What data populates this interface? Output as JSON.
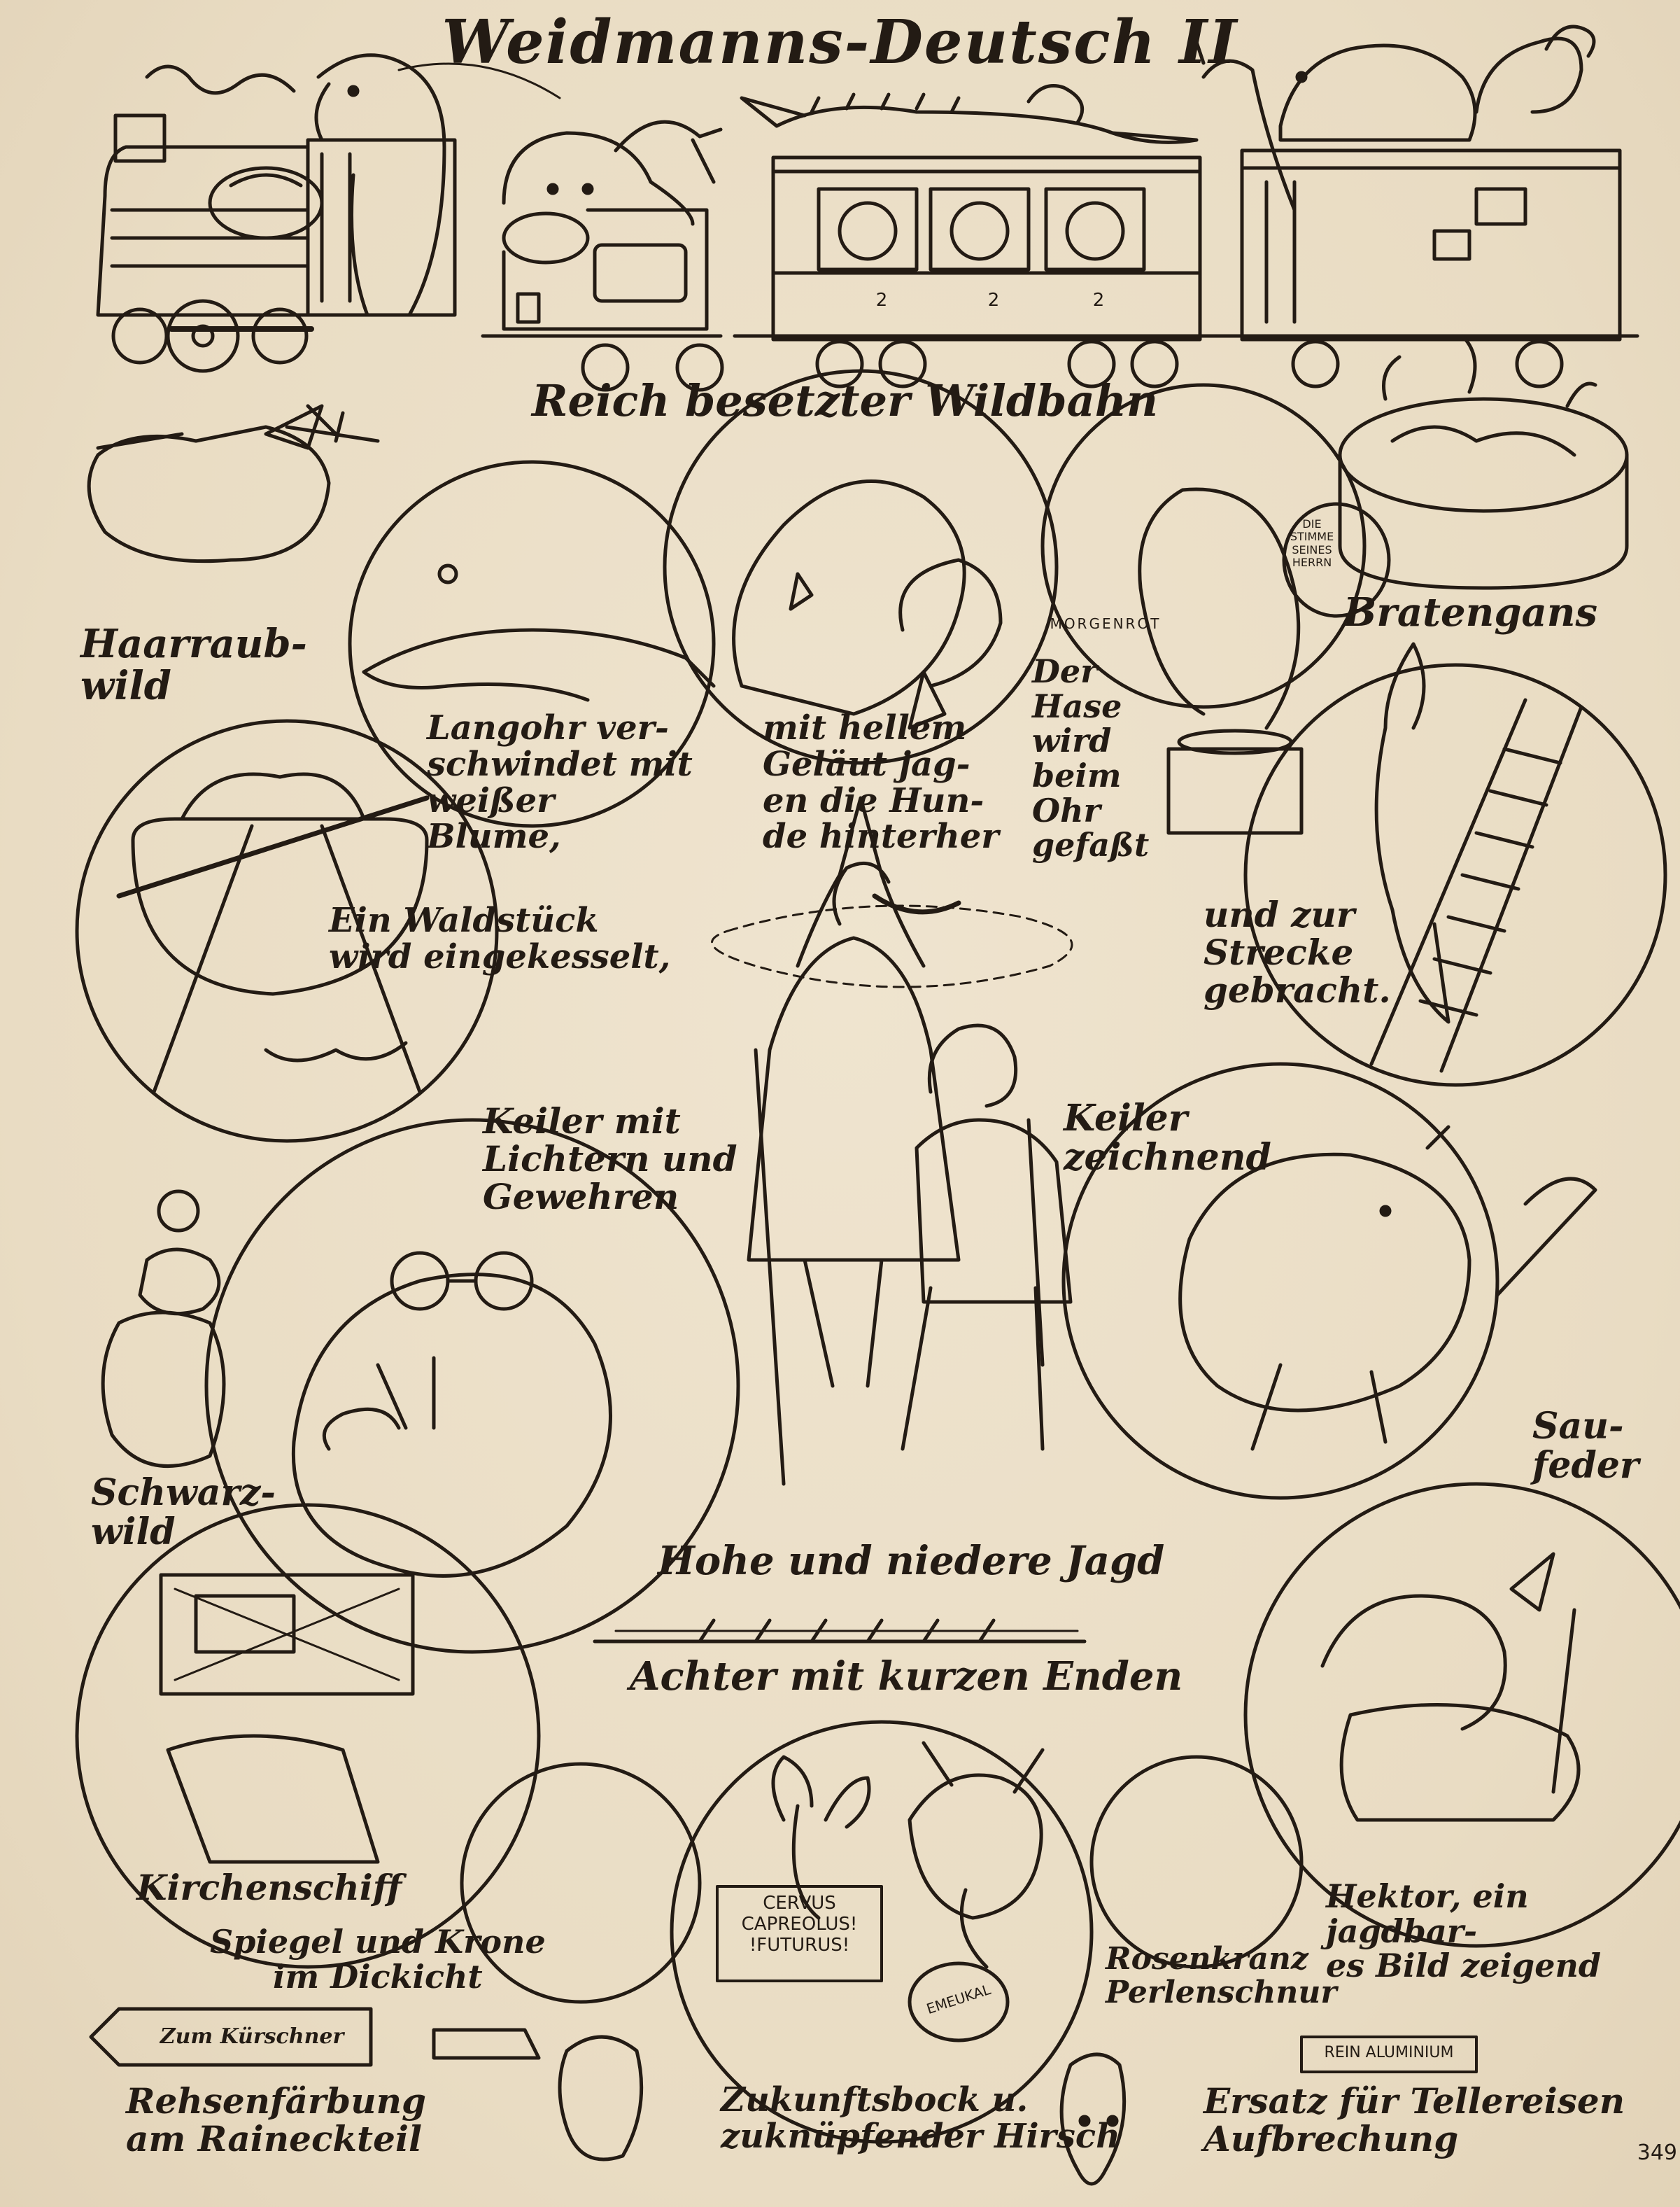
{
  "title": "Weidmanns-Deutsch II",
  "captions": {
    "reich_besetzter_wildbahn": "Reich besetzter Wildbahn",
    "haarraubwild": "Haarraub-\nwild",
    "bratengans": "Bratengans",
    "langohr": "Langohr ver-\nschwindet mit\nweißer\nBlume,",
    "geläut": "mit hellem\nGeläut jag-\nen die Hun-\nde hinterher",
    "hase_gefasst": "Der\nHase\nwird\nbeim\nOhr\ngefaßt",
    "zur_strecke": "und zur\nStrecke\ngebracht.",
    "waldstück": "Ein Waldstück\nwird eingekesselt,",
    "keiler_lichtern": "Keiler mit\nLichtern und\nGewehren",
    "keiler_zeichnend": "Keiler\nzeichnend",
    "schwarzwild": "Schwarz-\nwild",
    "saufeder": "Sau-\nfeder",
    "hohe_niedere_jagd": "Hohe und niedere Jagd",
    "achter_kurzen_enden": "Achter mit kurzen Enden",
    "kirchenschiff": "Kirchenschiff",
    "spiegel_krone": "Spiegel und Krone\nim Dickicht",
    "rosenkranz": "Rosenkranz\nPerlenschnur",
    "hektor": "Hektor, ein jagdbar-\nes Bild zeigend",
    "rehsenfärbung": "Rehsenfärbung\nam Raineckteil",
    "zukunftsbock": "Zukunftsbock u.\nzuknüpfender Hirsch",
    "ersatz": "Ersatz für Tellereisen\nAufbrechung"
  },
  "signs": {
    "gramophone_label": "DIE\nSTIMME\nSEINES\nHERRN",
    "morgenrot": "MORGENROT",
    "wagon_numbers": [
      "2",
      "2",
      "2"
    ],
    "cervus": "CERVUS\nCAPREOLUS!\n!FUTURUS!",
    "emeukal": "EMEUKAL",
    "kuerschner": "Zum Kürschner",
    "rein_aluminium": "REIN ALUMINIUM"
  },
  "page_number": "349",
  "colors": {
    "paper": "#ecdfc9",
    "ink": "#231b14"
  }
}
